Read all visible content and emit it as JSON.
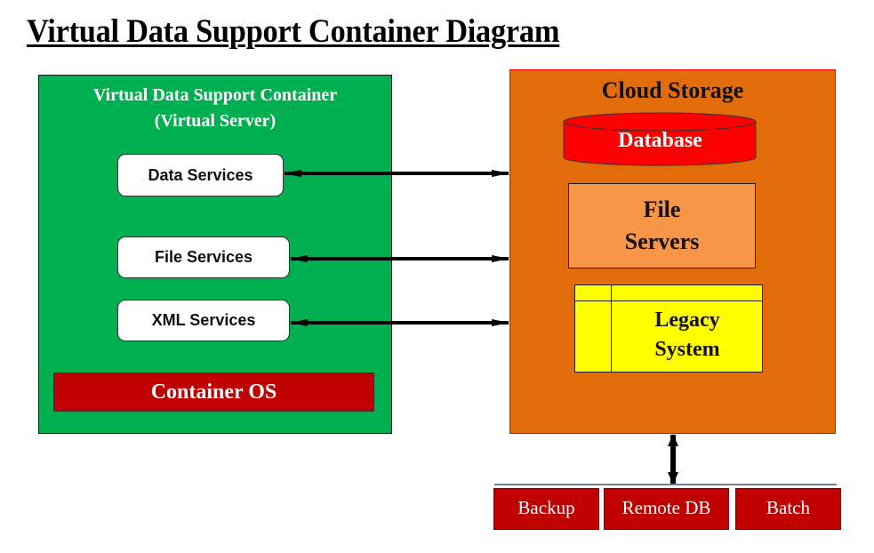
{
  "title": "Virtual Data Support Container Diagram",
  "container": {
    "title_line1": "Virtual Data Support Container",
    "title_line2": "(Virtual Server)",
    "services": [
      {
        "label": "Data Services"
      },
      {
        "label": "File Services"
      },
      {
        "label": "XML Services"
      }
    ],
    "os_label": "Container OS",
    "color": "#00b050"
  },
  "cloud": {
    "title": "Cloud Storage",
    "database_label": "Database",
    "file_servers_line1": "File",
    "file_servers_line2": "Servers",
    "legacy_line1": "Legacy",
    "legacy_line2": "System",
    "color": "#e36c0a"
  },
  "external": [
    {
      "label": "Backup"
    },
    {
      "label": "Remote DB"
    },
    {
      "label": "Batch"
    }
  ],
  "connections": [
    {
      "from": "Data Services",
      "to": "Cloud Storage",
      "type": "bidirectional"
    },
    {
      "from": "File Services",
      "to": "Cloud Storage",
      "type": "bidirectional"
    },
    {
      "from": "XML Services",
      "to": "Cloud Storage",
      "type": "bidirectional"
    },
    {
      "from": "Cloud Storage",
      "to": "External Systems",
      "type": "bidirectional"
    }
  ]
}
